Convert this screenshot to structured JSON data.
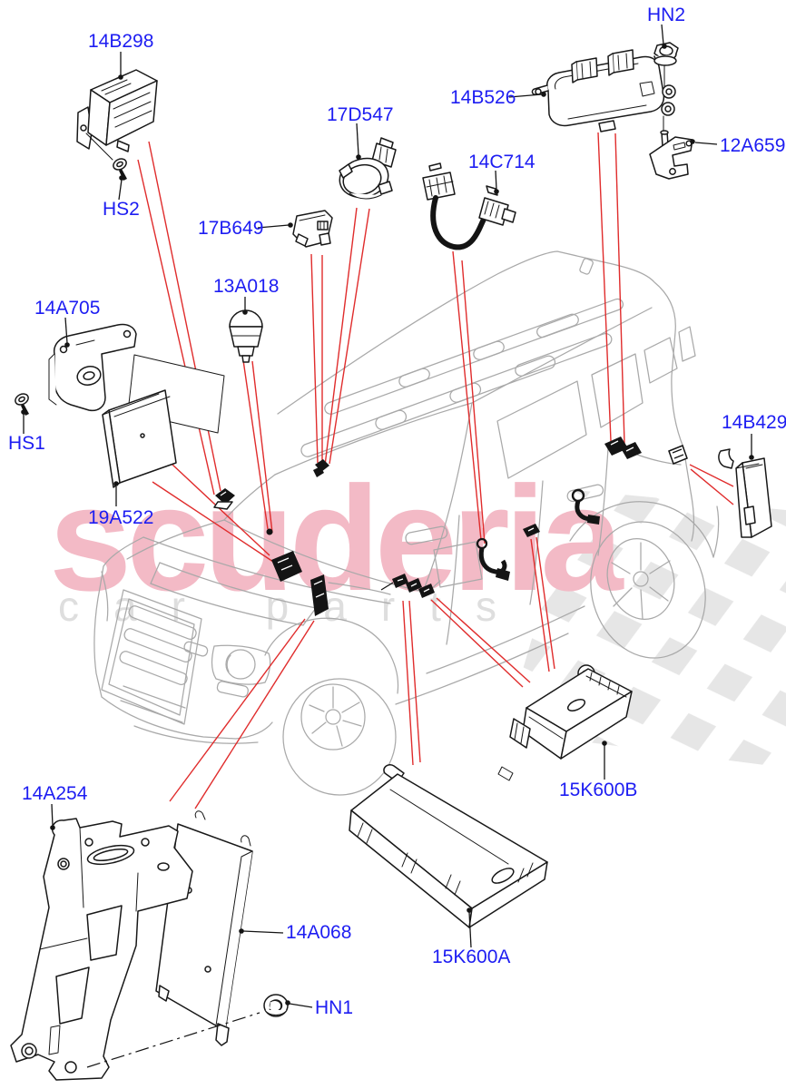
{
  "watermark": {
    "brand": "scuderia",
    "tagline": "car parts"
  },
  "labels": {
    "k14B298": "14B298",
    "kHS2": "HS2",
    "k17B649": "17B649",
    "k17D547": "17D547",
    "k13A018": "13A018",
    "k14A705": "14A705",
    "kHS1": "HS1",
    "k19A522": "19A522",
    "k14C714": "14C714",
    "k14B526": "14B526",
    "kHN2": "HN2",
    "k12A659": "12A659",
    "k14B429": "14B429",
    "k15K600B": "15K600B",
    "k15K600A": "15K600A",
    "k14A068": "14A068",
    "k14A254": "14A254",
    "kHN1": "HN1"
  },
  "colors": {
    "blue": "#1d1df2",
    "red": "#e02c2c",
    "pink": "#f3bac6",
    "wmgray": "#dedede",
    "checker": "#e6e6e6",
    "gray": "#a9a9a9"
  }
}
